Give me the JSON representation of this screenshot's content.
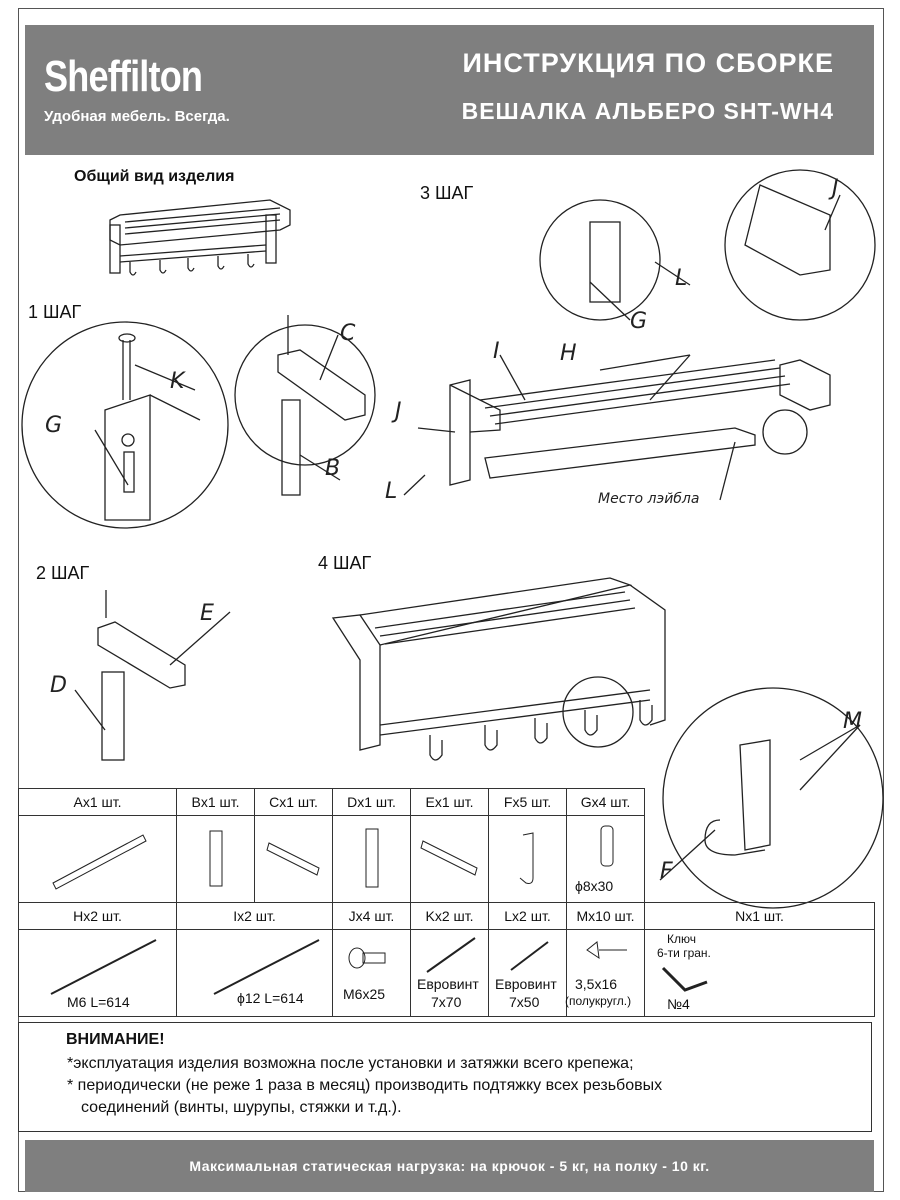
{
  "header": {
    "logo": "Sheffilton",
    "tagline": "Удобная мебель. Всегда.",
    "title": "ИНСТРУКЦИЯ ПО СБОРКЕ",
    "subtitle": "ВЕШАЛКА АЛЬБЕРО SHT-WH4"
  },
  "overview_caption": "Общий вид изделия",
  "steps": {
    "step1": "1 ШАГ",
    "step2": "2 ШАГ",
    "step3": "3 ШАГ",
    "step4": "4 ШАГ"
  },
  "callouts": {
    "c": "C",
    "k": "K",
    "g": "G",
    "b": "B",
    "e": "E",
    "d": "D",
    "i": "I",
    "h": "H",
    "j": "J",
    "l": "L",
    "m": "M",
    "f": "F",
    "label_place": "Место лэйбла"
  },
  "parts_headers": [
    "Ax1 шт.",
    "Bx1 шт.",
    "Cx1 шт.",
    "Dx1 шт.",
    "Ex1 шт.",
    "Fx5 шт.",
    "Gx4 шт."
  ],
  "parts_row1_notes": {
    "g": "ϕ8x30"
  },
  "parts_headers2": [
    "Hx2 шт.",
    "Ix2 шт.",
    "Jx4 шт.",
    "Kx2 шт.",
    "Lx2 шт.",
    "Mx10 шт.",
    "Nx1 шт."
  ],
  "parts_row2_notes": {
    "h": "M6 L=614",
    "i": "ϕ12 L=614",
    "j": "M6x25",
    "k1": "Евровинт",
    "k2": "7x70",
    "l1": "Евровинт",
    "l2": "7x50",
    "m1": "3,5x16",
    "m2": "(полукругл.)",
    "n1": "Ключ",
    "n2": "6-ти гран.",
    "n3": "№4"
  },
  "warning": {
    "title": "ВНИМАНИЕ!",
    "line1": "*эксплуатация изделия возможна после установки и затяжки всего крепежа;",
    "line2": "* периодически (не реже 1 раза в месяц) производить подтяжку всех резьбовых",
    "line3": "соединений (винты, шурупы, стяжки и т.д.)."
  },
  "footer": "Максимальная статическая нагрузка: на крючок - 5 кг, на полку - 10 кг."
}
